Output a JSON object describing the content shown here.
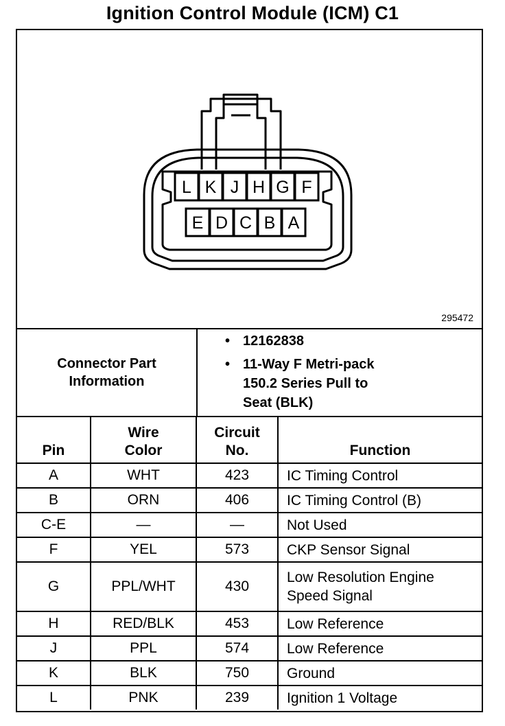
{
  "title": "Ignition Control Module (ICM) C1",
  "figure_number": "295472",
  "connector": {
    "top_row_pins": [
      "L",
      "K",
      "J",
      "H",
      "G",
      "F"
    ],
    "bottom_row_pins": [
      "E",
      "D",
      "C",
      "B",
      "A"
    ]
  },
  "connector_info": {
    "label_line1": "Connector Part",
    "label_line2": "Information",
    "bullet_symbol": "•",
    "part_number": "12162838",
    "description_line1": "11-Way F Metri-pack",
    "description_line2": "150.2 Series Pull to",
    "description_line3": "Seat (BLK)"
  },
  "table": {
    "headers": {
      "pin": "Pin",
      "wire_color_line1": "Wire",
      "wire_color_line2": "Color",
      "circuit_line1": "Circuit",
      "circuit_line2": "No.",
      "function": "Function"
    },
    "rows": [
      {
        "pin": "A",
        "wire": "WHT",
        "circuit": "423",
        "function": "IC Timing Control",
        "function2": ""
      },
      {
        "pin": "B",
        "wire": "ORN",
        "circuit": "406",
        "function": "IC Timing Control (B)",
        "function2": ""
      },
      {
        "pin": "C-E",
        "wire": "—",
        "circuit": "—",
        "function": "Not Used",
        "function2": ""
      },
      {
        "pin": "F",
        "wire": "YEL",
        "circuit": "573",
        "function": "CKP Sensor Signal",
        "function2": ""
      },
      {
        "pin": "G",
        "wire": "PPL/WHT",
        "circuit": "430",
        "function": "Low Resolution Engine",
        "function2": "Speed Signal"
      },
      {
        "pin": "H",
        "wire": "RED/BLK",
        "circuit": "453",
        "function": "Low Reference",
        "function2": ""
      },
      {
        "pin": "J",
        "wire": "PPL",
        "circuit": "574",
        "function": "Low Reference",
        "function2": ""
      },
      {
        "pin": "K",
        "wire": "BLK",
        "circuit": "750",
        "function": "Ground",
        "function2": ""
      },
      {
        "pin": "L",
        "wire": "PNK",
        "circuit": "239",
        "function": "Ignition 1 Voltage",
        "function2": ""
      }
    ]
  }
}
